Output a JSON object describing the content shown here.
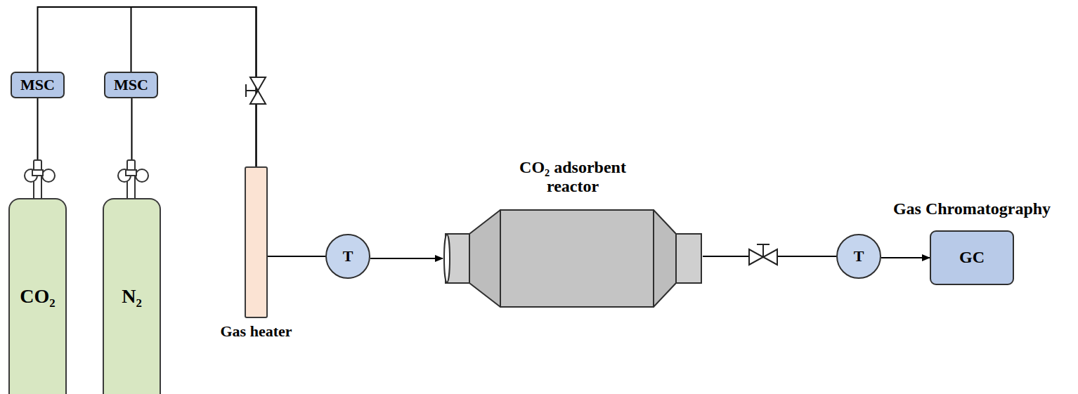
{
  "diagram": {
    "nodes": [
      {
        "text": [
          "MSC"
        ]
      },
      {
        "text": [
          "MSC"
        ]
      },
      {
        "text": [
          "CO₂"
        ]
      },
      {
        "text": [
          "N₂"
        ]
      },
      {
        "text": [
          "Gas heater"
        ]
      },
      {
        "text": [
          "T"
        ]
      },
      {
        "text": [
          "CO₂ adsorbent reactor"
        ]
      },
      {
        "text": [
          "T"
        ]
      },
      {
        "text": [
          "Gas Chromatography",
          "GC"
        ]
      }
    ],
    "edges": [
      {
        "from": 2,
        "to": 0,
        "arrow": "none"
      },
      {
        "from": 3,
        "to": 1,
        "arrow": "none"
      },
      {
        "from": 0,
        "to": 4,
        "arrow": "none"
      },
      {
        "from": 1,
        "to": 4,
        "arrow": "none"
      },
      {
        "from": 4,
        "to": 5,
        "arrow": "none"
      },
      {
        "from": 5,
        "to": 6,
        "arrow": "to"
      },
      {
        "from": 6,
        "to": 7,
        "arrow": "none"
      },
      {
        "from": 7,
        "to": 8,
        "arrow": "to"
      }
    ]
  }
}
